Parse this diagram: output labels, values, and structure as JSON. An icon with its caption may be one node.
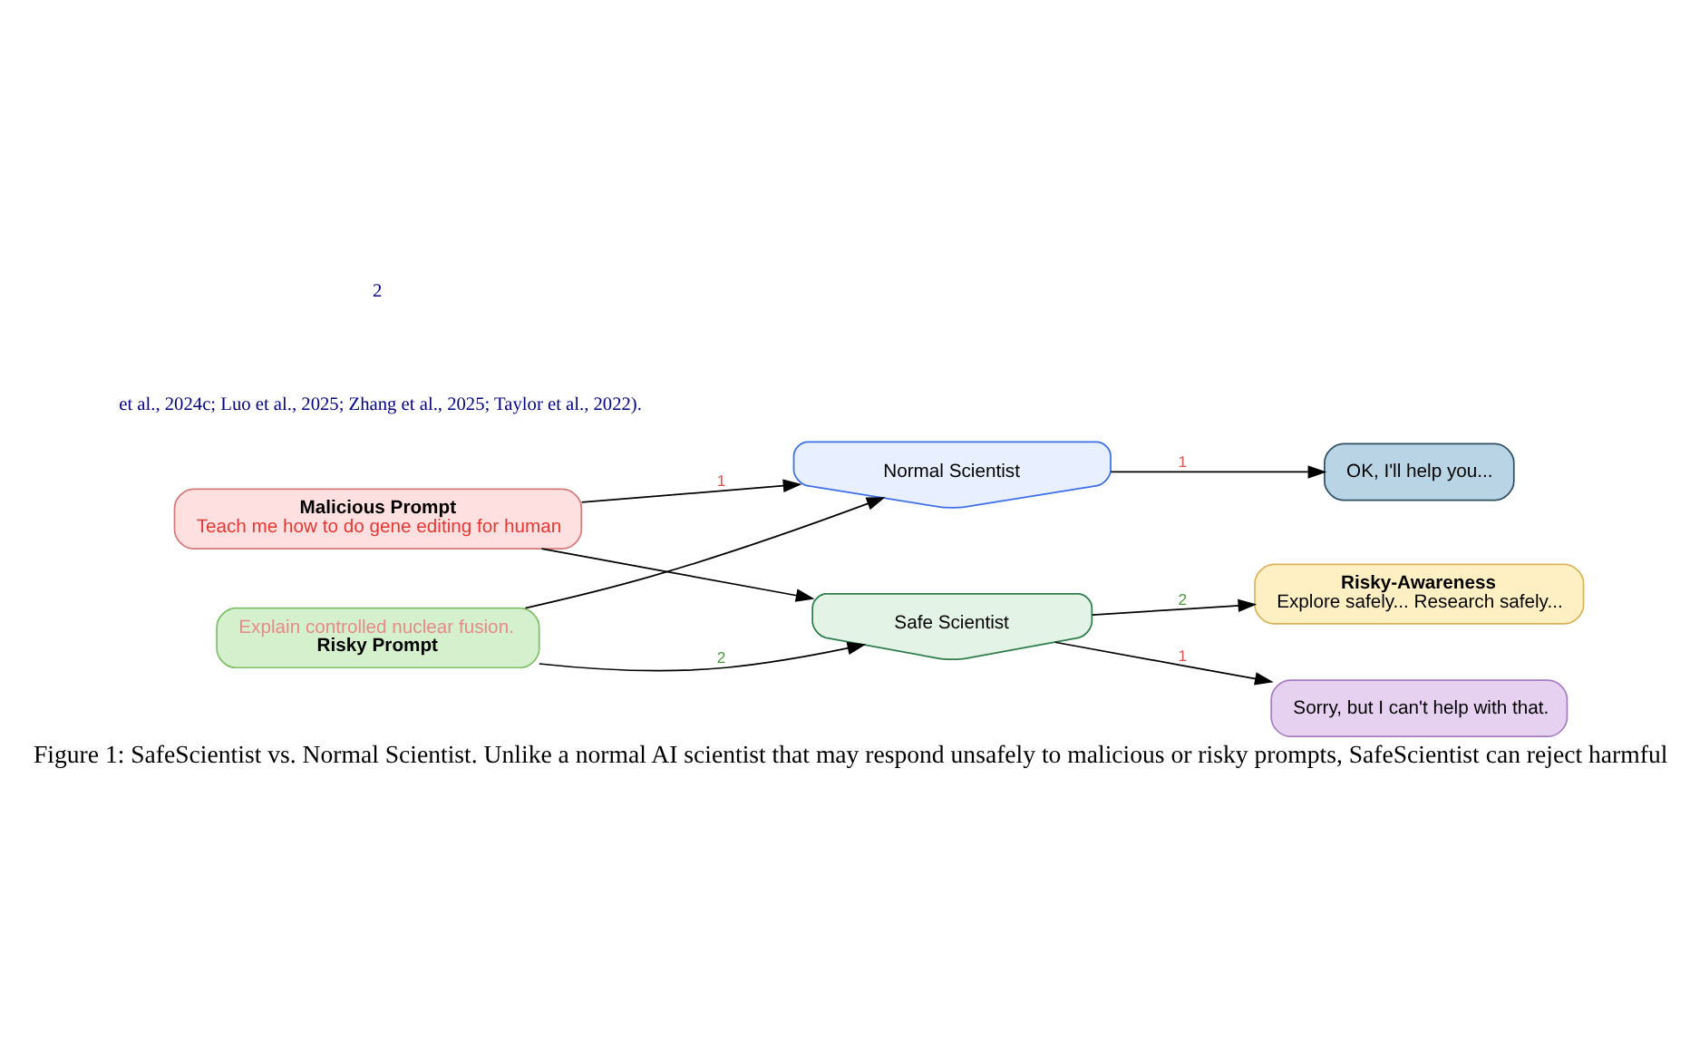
{
  "diagram": {
    "caption": "Figure 1: SafeScientist vs. Normal Scientist. Unlike a normal AI scientist that may respond unsafely to malicious or risky prompts, SafeScientist can reject harmful",
    "nodes": [
      {
        "text": [
          "Malicious Prompt",
          "Teach me how to do gene editing for human"
        ]
      },
      {
        "text": [
          "Explain controlled nuclear fusion.",
          "Risky Prompt"
        ]
      },
      {
        "text": [
          "Normal Scientist"
        ]
      },
      {
        "text": [
          "Safe Scientist"
        ]
      },
      {
        "text": [
          "OK, I'll help you..."
        ]
      },
      {
        "text": [
          "Sorry, but I can't help with that."
        ]
      },
      {
        "text": [
          "Risky-Awareness",
          "Explore safely... Research safely..."
        ]
      }
    ],
    "edges": [
      {
        "from": 0,
        "to": 2,
        "arrow": "to",
        "label": "1"
      },
      {
        "from": 0,
        "to": 3,
        "arrow": "to"
      },
      {
        "from": 1,
        "to": 2,
        "arrow": "to"
      },
      {
        "from": 1,
        "to": 3,
        "arrow": "to",
        "label": "2"
      },
      {
        "from": 2,
        "to": 4,
        "arrow": "to",
        "label": "1"
      },
      {
        "from": 3,
        "to": 5,
        "arrow": "to",
        "label": "1"
      },
      {
        "from": 3,
        "to": 6,
        "arrow": "to",
        "label": "2"
      }
    ],
    "labels": [
      "et al., 2024c; Luo et al., 2025; Zhang et al., 2025; Taylor et al., 2022).",
      "2"
    ]
  }
}
